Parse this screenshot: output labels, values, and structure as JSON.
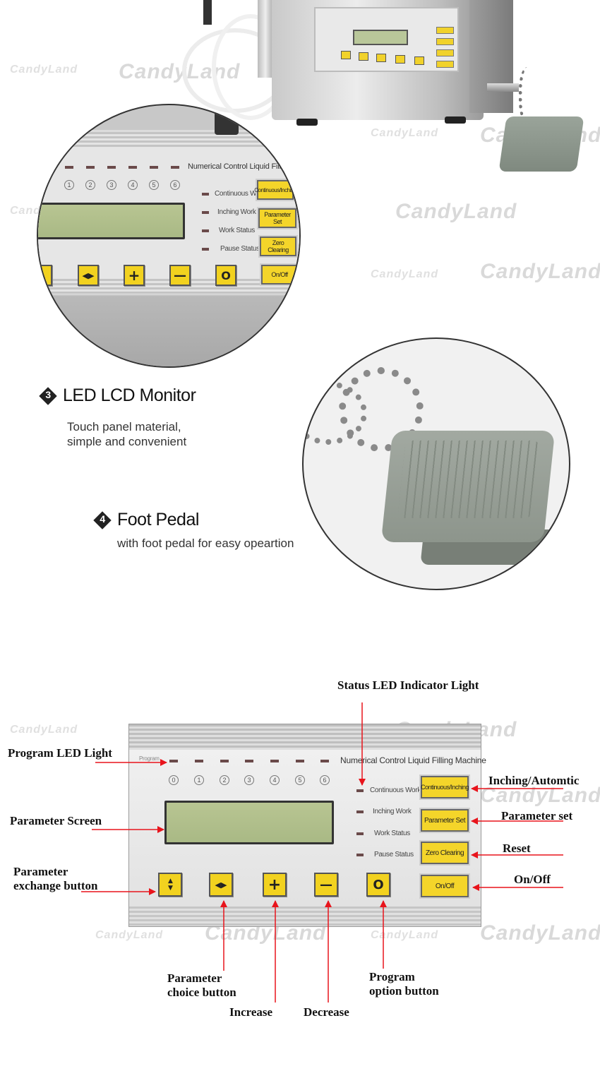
{
  "watermark": "CandyLand",
  "feature3": {
    "number": "3",
    "title": "LED LCD Monitor",
    "desc_line1": "Touch panel material,",
    "desc_line2": "simple and convenient"
  },
  "feature4": {
    "number": "4",
    "title": "Foot Pedal",
    "desc": "with foot pedal for easy opeartion"
  },
  "panel": {
    "title": "Numerical Control Liquid Filling Machine",
    "program_label": "Program",
    "program_numbers": [
      "0",
      "1",
      "2",
      "3",
      "4",
      "5",
      "6"
    ],
    "status_lights": [
      "Continuous Work",
      "Inching Work",
      "Work Status",
      "Pause Status"
    ],
    "right_buttons": [
      "Continuous/Inching",
      "Parameter Set",
      "Zero Clearing",
      "On/Off"
    ],
    "bottom_keys": [
      "▲▼",
      "◀▶",
      "+",
      "—",
      "O"
    ]
  },
  "zoom_panel": {
    "title": "Numerical Control Liquid Filling Machin",
    "program_numbers": [
      "1",
      "2",
      "3",
      "4",
      "5",
      "6"
    ],
    "status_lights": [
      "Continuous Work",
      "Inching Work",
      "Work Status",
      "Pause Status"
    ],
    "right_buttons": [
      "Continuous/Inching",
      "Parameter Set",
      "Zero Clearing",
      "On/Off"
    ]
  },
  "callouts": {
    "status_led": "Status LED Indicator Light",
    "program_led": "Program LED Light",
    "parameter_screen": "Parameter Screen",
    "param_exchange_1": "Parameter",
    "param_exchange_2": "exchange button",
    "inching": "Inching/Automtic",
    "param_set": "Parameter set",
    "reset": "Reset",
    "onoff": "On/Off",
    "param_choice_1": "Parameter",
    "param_choice_2": "choice button",
    "increase": "Increase",
    "decrease": "Decrease",
    "program_option_1": "Program",
    "program_option_2": "option button"
  },
  "colors": {
    "accent_yellow": "#f2d21f",
    "arrow_red": "#e8141c",
    "lcd_green": "#b0bf8b"
  }
}
